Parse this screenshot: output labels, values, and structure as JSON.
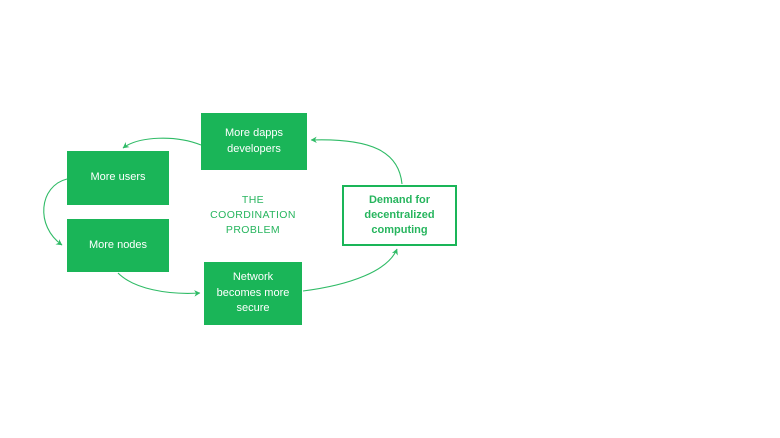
{
  "diagram": {
    "center_label": "THE\nCOORDINATION\nPROBLEM",
    "nodes": [
      {
        "id": "more-dapps-developers",
        "label": "More dapps\ndevelopers",
        "variant": "filled"
      },
      {
        "id": "more-users",
        "label": "More users",
        "variant": "filled"
      },
      {
        "id": "more-nodes",
        "label": "More nodes",
        "variant": "filled"
      },
      {
        "id": "network-becomes-more-secure",
        "label": "Network\nbecomes more\nsecure",
        "variant": "filled"
      },
      {
        "id": "demand-for-decentralized-computing",
        "label": "Demand for\ndecentralized\ncomputing",
        "variant": "outlined"
      }
    ],
    "edges": [
      {
        "from": "demand-for-decentralized-computing",
        "to": "more-dapps-developers"
      },
      {
        "from": "more-dapps-developers",
        "to": "more-users"
      },
      {
        "from": "more-users",
        "to": "more-nodes"
      },
      {
        "from": "more-nodes",
        "to": "network-becomes-more-secure"
      },
      {
        "from": "network-becomes-more-secure",
        "to": "demand-for-decentralized-computing"
      }
    ]
  },
  "colors": {
    "box_fill": "#1ab558",
    "line": "#2fbb66",
    "accent_text": "#27b55e",
    "box_text": "#ffffff",
    "background": "#ffffff"
  }
}
